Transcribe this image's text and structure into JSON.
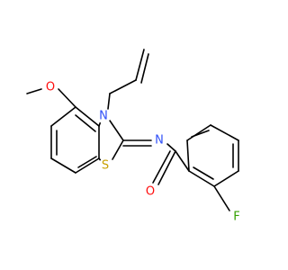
{
  "molecule": {
    "atoms": {
      "methoxy_carbon": "",
      "methoxy_oxygen": "O",
      "ring_nitrogen": "N",
      "sulfur": "S",
      "imine_nitrogen": "N",
      "carbonyl_oxygen": "O",
      "fluorine": "F"
    }
  },
  "colors": {
    "bond": "#000000",
    "oxygen": "#ff0d0d",
    "nitrogen": "#3050f8",
    "sulfur": "#c8a000",
    "fluorine": "#33a000"
  }
}
